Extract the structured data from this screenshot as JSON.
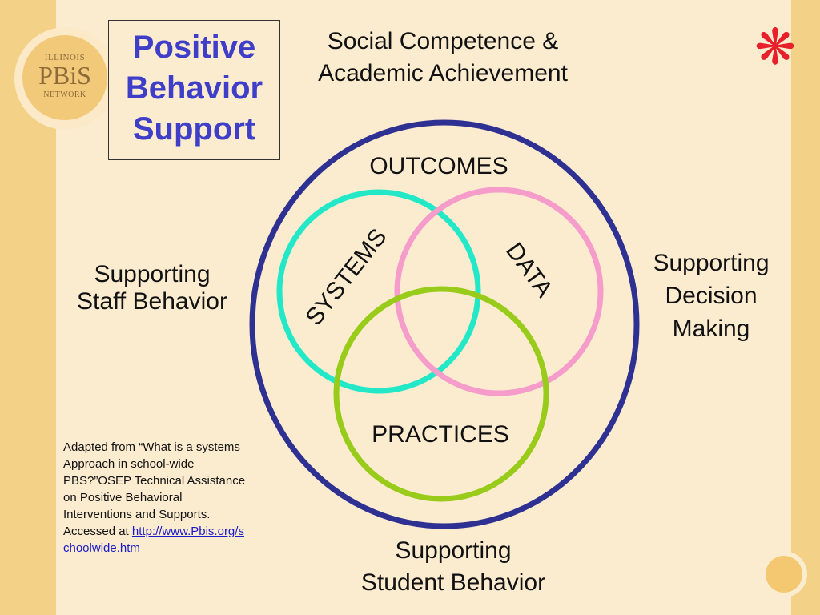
{
  "logo": {
    "top": "ILLINOIS",
    "main": "PBiS",
    "bottom": "NETWORK"
  },
  "title": {
    "line1": "Positive",
    "line2": "Behavior",
    "line3": "Support"
  },
  "outcomes_text": {
    "line1": "Social Competence &",
    "line2": "Academic Achievement"
  },
  "diagram": {
    "outcomes_label": "OUTCOMES",
    "systems_label": "SYSTEMS",
    "data_label": "DATA",
    "practices_label": "PRACTICES"
  },
  "side_labels": {
    "staff": {
      "line1": "Supporting",
      "line2": "Staff Behavior"
    },
    "decision": {
      "line1": "Supporting",
      "line2": "Decision",
      "line3": "Making"
    },
    "student": {
      "line1": "Supporting",
      "line2": "Student Behavior"
    }
  },
  "citation": {
    "text": "Adapted from “What is a systems Approach in school-wide PBS?”OSEP Technical Assistance on Positive Behavioral Interventions and Supports. Accessed at",
    "link": "http://www.Pbis.org/schoolwide.htm"
  },
  "decoration": {
    "asterisk_glyph": "❋"
  },
  "colors": {
    "outer_ring": "#2e3192",
    "systems_ring": "#22e8c8",
    "data_ring": "#f59ccb",
    "practices_ring": "#99cc1a",
    "title_blue": "#3f3ec9",
    "asterisk": "#e8202a"
  }
}
